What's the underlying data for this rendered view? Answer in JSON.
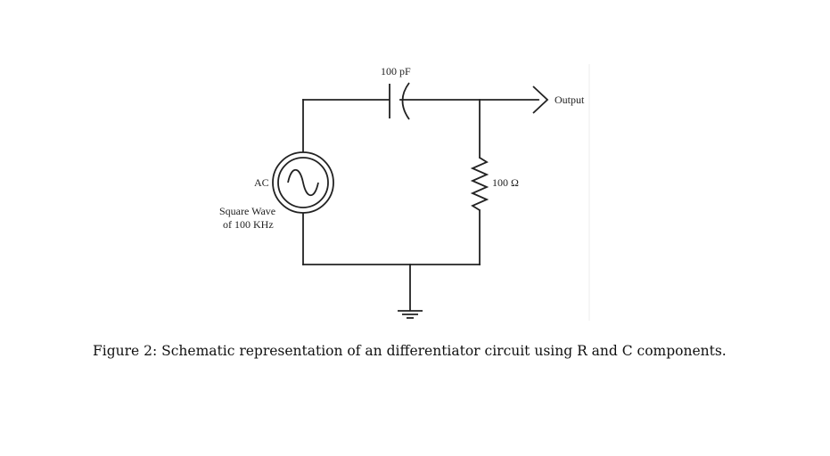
{
  "diagram": {
    "capacitor_label": "100 pF",
    "resistor_label": "100 Ω",
    "source_label": "AC",
    "source_desc_line1": "Square Wave",
    "source_desc_line2": "of 100 KHz",
    "output_label": "Output",
    "colors": {
      "line": "#222222",
      "background": "#ffffff"
    },
    "icons": [
      "ac-source-icon",
      "capacitor-icon",
      "resistor-icon",
      "ground-icon",
      "output-arrow-icon"
    ]
  },
  "caption": {
    "text": "Figure 2: Schematic representation of an differentiator circuit using R and C components."
  }
}
